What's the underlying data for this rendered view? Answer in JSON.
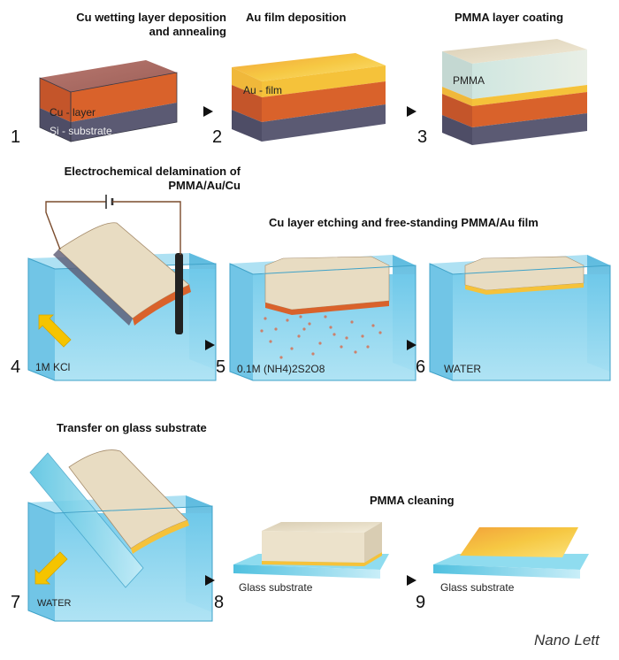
{
  "steps": {
    "s1": {
      "title": "Cu wetting layer deposition and annealing",
      "title_line1": "Cu wetting layer deposition",
      "title_line2": "and annealing",
      "number": "1",
      "labels": [
        "Cu - layer",
        "Si - substrate"
      ]
    },
    "s2": {
      "title": "Au film deposition",
      "number": "2",
      "labels": [
        "Au - film"
      ]
    },
    "s3": {
      "title": "PMMA layer coating",
      "number": "3",
      "labels": [
        "PMMA"
      ]
    },
    "s4": {
      "title_line1": "Electrochemical delamination of",
      "title_line2": "PMMA/Au/Cu",
      "number": "4",
      "labels": [
        "1M KCl"
      ]
    },
    "s5": {
      "number": "5",
      "labels": [
        "0.1M (NH4)2S2O8"
      ]
    },
    "s56_title": "Cu layer etching and free-standing PMMA/Au film",
    "s6": {
      "number": "6",
      "labels": [
        "WATER"
      ]
    },
    "s7": {
      "title": "Transfer on glass substrate",
      "number": "7",
      "labels": [
        "WATER"
      ]
    },
    "s89_title": "PMMA cleaning",
    "s8": {
      "number": "8",
      "labels": [
        "Glass substrate"
      ]
    },
    "s9": {
      "number": "9",
      "labels": [
        "Glass substrate"
      ]
    }
  },
  "credit": "Nano Lett",
  "colors": {
    "cu": "#d9622b",
    "si": "#5b5a73",
    "au": "#f5c23a",
    "pmma": "#e9dfc7",
    "water": "#7fd0ec",
    "arrow": "#f5c400",
    "glass": "#5cc7e2"
  }
}
